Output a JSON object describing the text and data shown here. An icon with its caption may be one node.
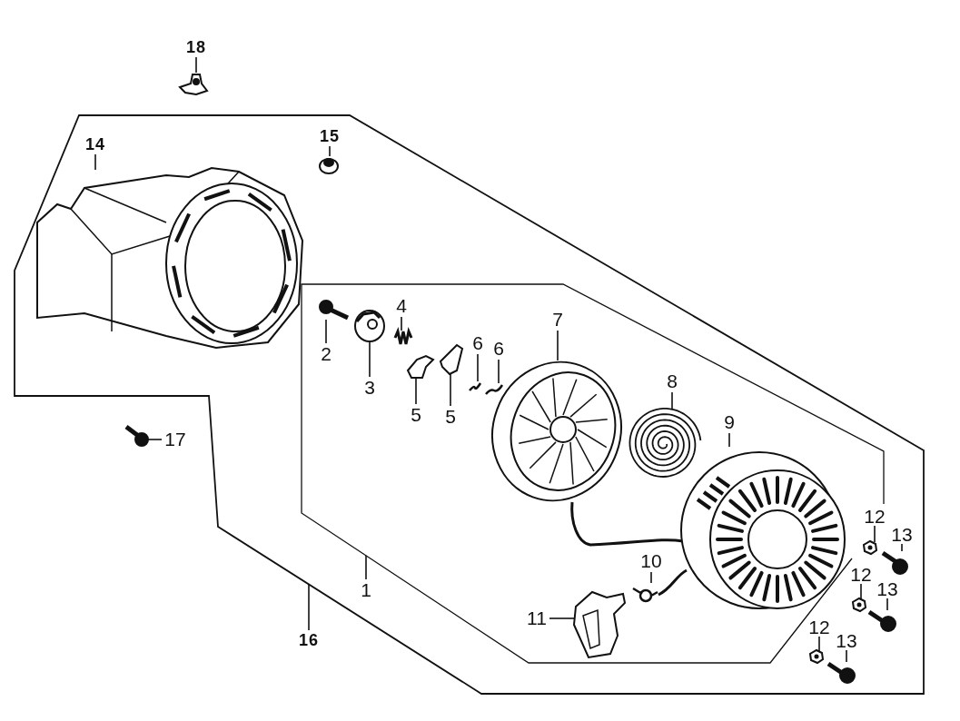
{
  "diagram": {
    "nodes": [
      {
        "text": [
          "18"
        ]
      },
      {
        "text": [],
        "shape": "picture"
      },
      {
        "text": [
          "14"
        ]
      },
      {
        "text": [],
        "shape": "picture"
      },
      {
        "text": [
          "15"
        ]
      },
      {
        "text": [],
        "shape": "picture"
      },
      {
        "text": [
          "17"
        ]
      },
      {
        "text": [],
        "shape": "picture"
      },
      {
        "text": [
          "16"
        ]
      },
      {
        "text": [
          "1"
        ]
      },
      {
        "text": [
          "2"
        ]
      },
      {
        "text": [],
        "shape": "picture"
      },
      {
        "text": [
          "3"
        ]
      },
      {
        "text": [],
        "shape": "picture"
      },
      {
        "text": [
          "4"
        ]
      },
      {
        "text": [],
        "shape": "picture"
      },
      {
        "text": [
          "5"
        ]
      },
      {
        "text": [],
        "shape": "picture"
      },
      {
        "text": [
          "5"
        ]
      },
      {
        "text": [],
        "shape": "picture"
      },
      {
        "text": [
          "6"
        ]
      },
      {
        "text": [],
        "shape": "picture"
      },
      {
        "text": [
          "6"
        ]
      },
      {
        "text": [],
        "shape": "picture"
      },
      {
        "text": [
          "7"
        ]
      },
      {
        "text": [],
        "shape": "picture"
      },
      {
        "text": [
          "8"
        ]
      },
      {
        "text": [],
        "shape": "picture"
      },
      {
        "text": [
          "9"
        ]
      },
      {
        "text": [],
        "shape": "picture"
      },
      {
        "text": [
          "10"
        ]
      },
      {
        "text": [],
        "shape": "picture"
      },
      {
        "text": [
          "11"
        ]
      },
      {
        "text": [],
        "shape": "picture"
      },
      {
        "text": [
          "12"
        ]
      },
      {
        "text": [],
        "shape": "picture"
      },
      {
        "text": [
          "13"
        ]
      },
      {
        "text": [],
        "shape": "picture"
      },
      {
        "text": [
          "12"
        ]
      },
      {
        "text": [],
        "shape": "picture"
      },
      {
        "text": [
          "13"
        ]
      },
      {
        "text": [],
        "shape": "picture"
      },
      {
        "text": [
          "12"
        ]
      },
      {
        "text": [],
        "shape": "picture"
      },
      {
        "text": [
          "13"
        ]
      },
      {
        "text": [],
        "shape": "picture"
      }
    ],
    "edges": [
      {
        "from": 0,
        "to": 1,
        "arrow": "none"
      },
      {
        "from": 2,
        "to": 3,
        "arrow": "none"
      },
      {
        "from": 4,
        "to": 5,
        "arrow": "none"
      },
      {
        "from": 6,
        "to": 7,
        "arrow": "none"
      },
      {
        "from": 8,
        "to": null,
        "arrow": "none"
      },
      {
        "from": 9,
        "to": null,
        "arrow": "none"
      },
      {
        "from": 10,
        "to": 11,
        "arrow": "none"
      },
      {
        "from": 12,
        "to": 13,
        "arrow": "none"
      },
      {
        "from": 14,
        "to": 15,
        "arrow": "none"
      },
      {
        "from": 16,
        "to": 17,
        "arrow": "none"
      },
      {
        "from": 18,
        "to": 19,
        "arrow": "none"
      },
      {
        "from": 20,
        "to": 21,
        "arrow": "none"
      },
      {
        "from": 22,
        "to": 23,
        "arrow": "none"
      },
      {
        "from": 24,
        "to": 25,
        "arrow": "none"
      },
      {
        "from": 26,
        "to": 27,
        "arrow": "none"
      },
      {
        "from": 28,
        "to": 29,
        "arrow": "none"
      },
      {
        "from": 30,
        "to": 31,
        "arrow": "none"
      },
      {
        "from": 32,
        "to": 33,
        "arrow": "none"
      },
      {
        "from": 34,
        "to": 35,
        "arrow": "none"
      },
      {
        "from": 36,
        "to": 37,
        "arrow": "none"
      },
      {
        "from": 38,
        "to": 39,
        "arrow": "none"
      },
      {
        "from": 40,
        "to": 41,
        "arrow": "none"
      },
      {
        "from": 42,
        "to": 43,
        "arrow": "none"
      },
      {
        "from": 44,
        "to": 45,
        "arrow": "none"
      }
    ]
  }
}
